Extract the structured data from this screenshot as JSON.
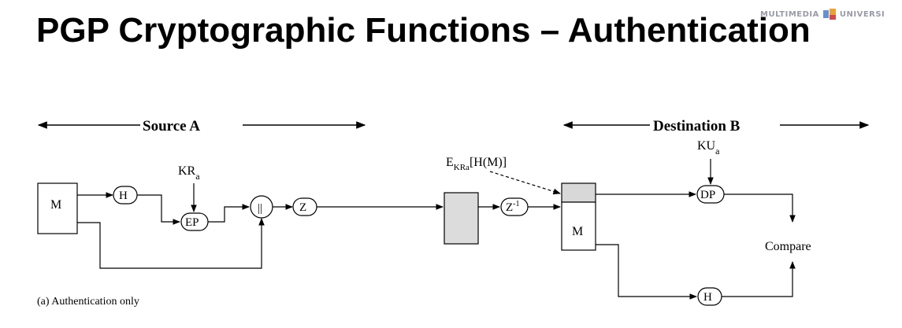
{
  "title": "PGP Cryptographic Functions – Authentication",
  "logo": {
    "left_text": "MULTIMEDIA",
    "right_text": "UNIVERSI",
    "icon": "university-logo-icon"
  },
  "diagram": {
    "source_label": "Source A",
    "destination_label": "Destination B",
    "nodes": {
      "m_source": "M",
      "h_source": "H",
      "ep": "EP",
      "concat": "||",
      "z": "Z",
      "z_inv": "Z",
      "z_inv_sup": "-1",
      "m_dest": "M",
      "dp": "DP",
      "h_dest": "H",
      "compare": "Compare"
    },
    "keys": {
      "private_key_base": "KR",
      "private_key_sub": "a",
      "public_key_base": "KU",
      "public_key_sub": "a"
    },
    "signature_label": {
      "base": "E",
      "sub": "KRa",
      "rest": "[H(M)]"
    },
    "caption": "(a) Authentication only"
  }
}
